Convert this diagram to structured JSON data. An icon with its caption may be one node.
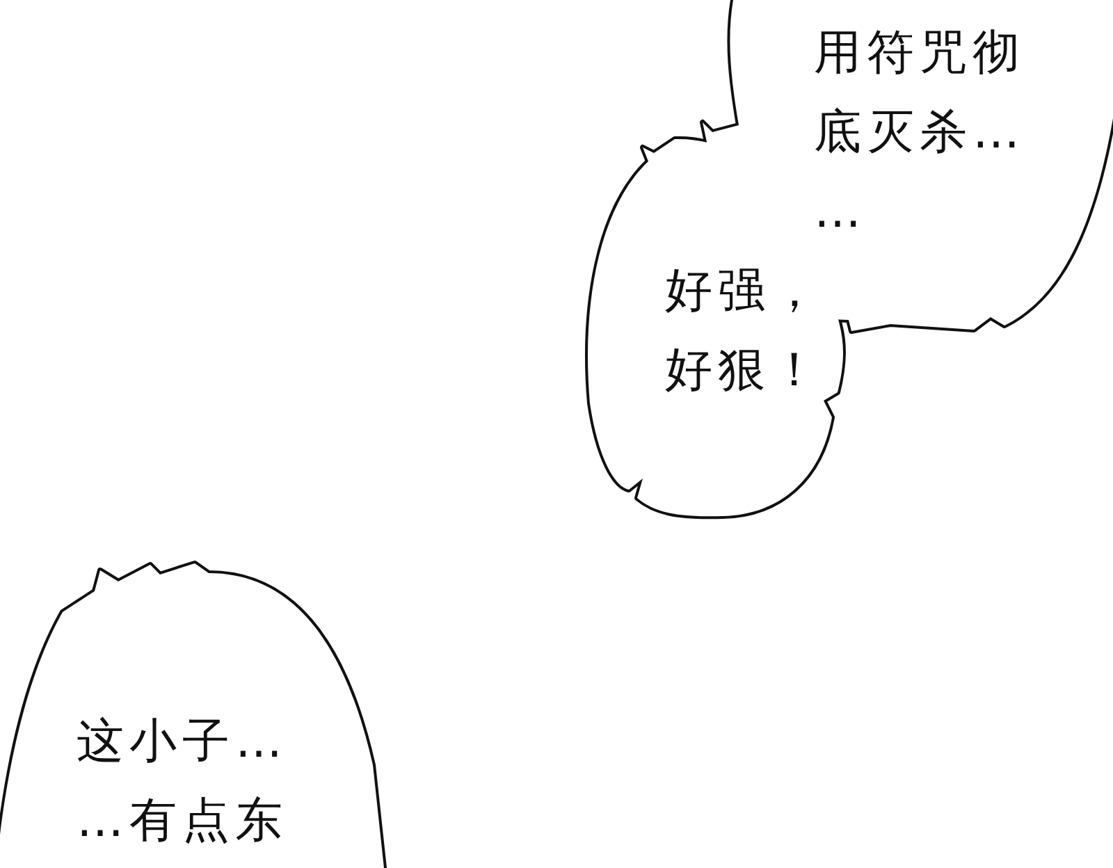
{
  "diagram": {
    "nodes": [
      {
        "text": [
          "用符咒彻底灭杀……"
        ]
      },
      {
        "text": [
          "好强，好狠！"
        ]
      },
      {
        "text": [
          "这小子……有点东"
        ]
      }
    ]
  }
}
